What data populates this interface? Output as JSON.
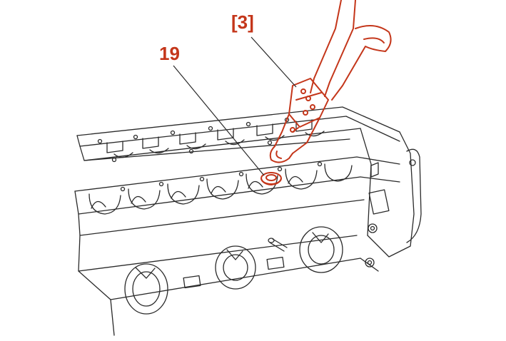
{
  "callouts": {
    "tool_label": "[3]",
    "part_label": "19"
  },
  "colors": {
    "line_art": "#2a2a2a",
    "accent": "#c4361a",
    "background": "#ffffff"
  },
  "icons": {
    "cylinder_head": "cylinder-head-illustration",
    "tool": "valve-stem-seal-pliers-illustration",
    "seal": "valve-stem-seal-illustration"
  }
}
